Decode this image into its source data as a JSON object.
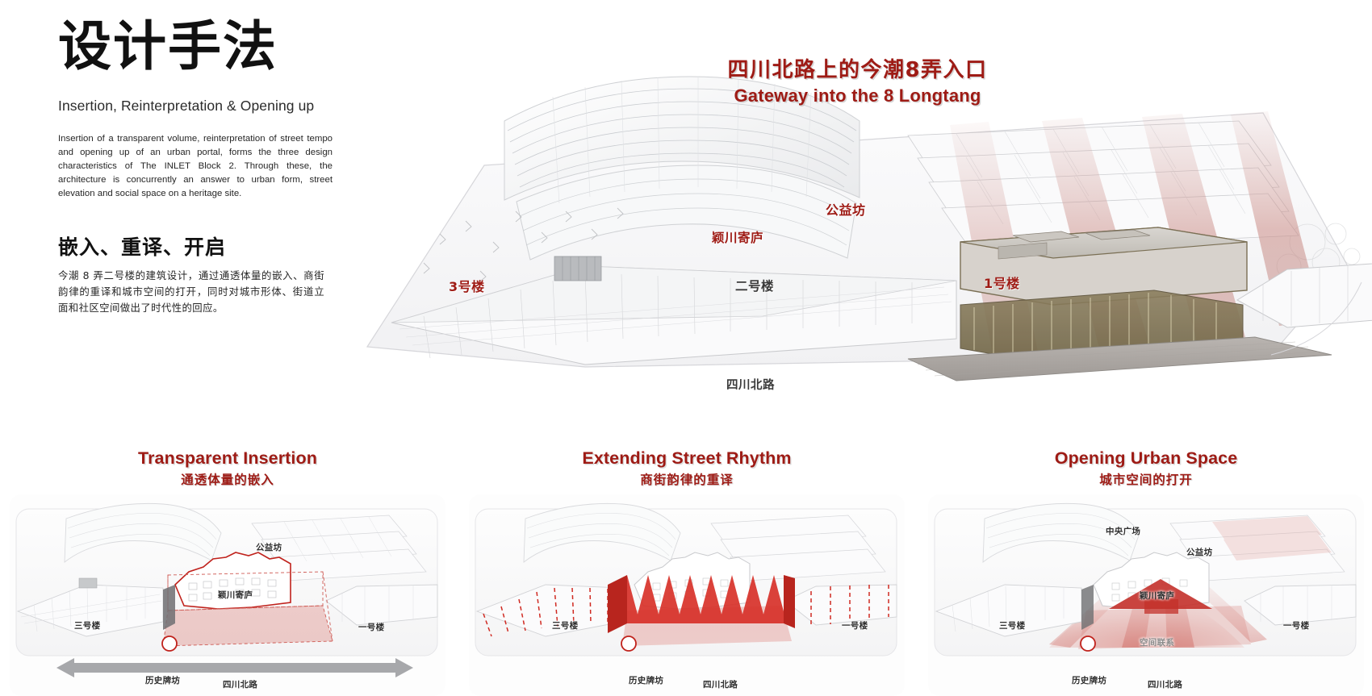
{
  "left_column": {
    "title_cn": "设计手法",
    "subtitle_en": "Insertion, Reinterpretation & Opening up",
    "body_en": "Insertion of a transparent volume, reinterpretation of street tempo and opening up of an urban portal, forms the three design characteristics of The INLET Block 2. Through these, the architecture is concurrently an answer to urban form, street elevation and social space on a heritage site.",
    "section_title_cn": "嵌入、重译、开启",
    "body_cn": "今潮 8 弄二号楼的建筑设计，通过通透体量的嵌入、商街韵律的重译和城市空间的打开，同时对城市形体、街道立面和社区空间做出了时代性的回应。"
  },
  "hero": {
    "title_cn": "四川北路上的今潮8弄入口",
    "title_en": "Gateway into the 8 Longtang",
    "labels": {
      "gongyifang": "公益坊",
      "yingchuanjilu": "颖川寄庐",
      "building3": "3号楼",
      "building2": "二号楼",
      "building1": "1号楼",
      "road": "四川北路"
    }
  },
  "panels": [
    {
      "id": "transparent-insertion",
      "title_en": "Transparent Insertion",
      "title_cn": "通透体量的嵌入",
      "labels": {
        "gongyifang": "公益坊",
        "yingchuanjilu": "颖川寄庐",
        "building3": "三号楼",
        "building1": "一号楼",
        "archway": "历史牌坊",
        "road": "四川北路"
      }
    },
    {
      "id": "extending-street-rhythm",
      "title_en": "Extending Street Rhythm",
      "title_cn": "商街韵律的重译",
      "labels": {
        "building3": "三号楼",
        "building1": "一号楼",
        "archway": "历史牌坊",
        "road": "四川北路"
      }
    },
    {
      "id": "opening-urban-space",
      "title_en": "Opening Urban Space",
      "title_cn": "城市空间的打开",
      "labels": {
        "central_plaza": "中央广场",
        "gongyifang": "公益坊",
        "yingchuanjilu": "颖川寄庐",
        "building3": "三号楼",
        "building1": "一号楼",
        "archway": "历史牌坊",
        "road": "四川北路",
        "spatial_link": "空间联系"
      }
    }
  ],
  "colors": {
    "accent_red": "#9e1b15",
    "bright_red": "#cf2a22",
    "ink": "#1a1a1a",
    "paper": "#ffffff",
    "wash_pink": "#e8b9b6"
  }
}
